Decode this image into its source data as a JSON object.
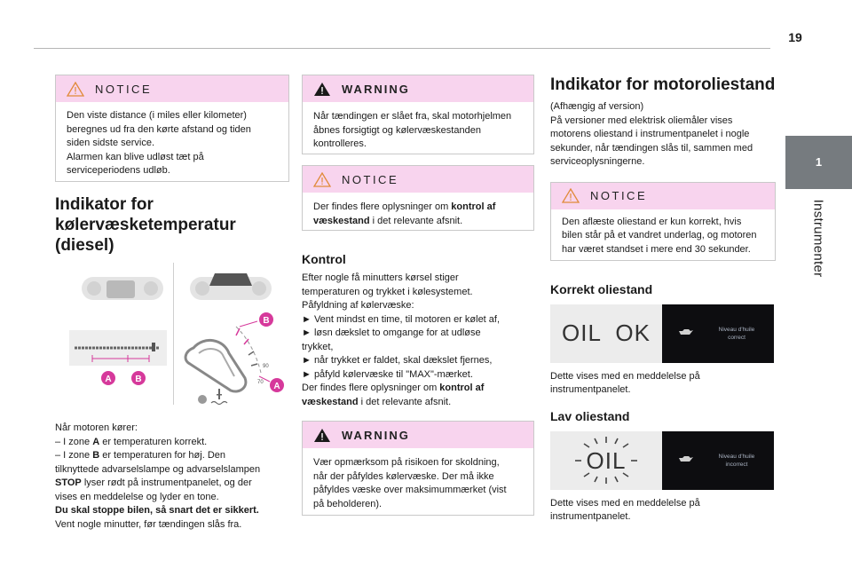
{
  "page": {
    "number": "19"
  },
  "side_tab": {
    "chapter": "1",
    "label": "Instrumenter"
  },
  "col1": {
    "notice": {
      "title": "NOTICE",
      "lines": [
        "Den viste distance (i miles eller kilometer)",
        "beregnes ud fra den kørte afstand og tiden",
        "siden sidste service.",
        "Alarmen kan blive udløst tæt på",
        "serviceperiodens udløb."
      ]
    },
    "heading_lines": [
      "Indikator for",
      "kølervæsketemperatur",
      "(diesel)"
    ],
    "figure": {
      "zone_a": "A",
      "zone_b": "B",
      "gauge_90": "90",
      "gauge_70": "70"
    },
    "body": {
      "l1": "Når motoren kører:",
      "l2_pre": "–  I zone ",
      "l2_b": "A",
      "l2_post": " er temperaturen korrekt.",
      "l3_pre": "–  I zone ",
      "l3_b": "B",
      "l3_post": " er temperaturen for høj. Den",
      "l4": "tilknyttede advarselslampe og advarselslampen",
      "l5_b": "STOP",
      "l5_post": " lyser rødt på instrumentpanelet, og der",
      "l6": "vises en meddelelse og lyder en tone.",
      "l7_b": "Du skal stoppe bilen, så snart det er sikkert.",
      "l8": "Vent nogle minutter, før tændingen slås fra."
    }
  },
  "col2": {
    "warning1": {
      "title": "WARNING",
      "lines": [
        "Når tændingen er slået fra, skal motorhjelmen",
        "åbnes forsigtigt og kølervæskestanden",
        "kontrolleres."
      ]
    },
    "notice": {
      "title": "NOTICE",
      "l1_pre": "Der findes flere oplysninger om ",
      "l1_b": "kontrol af",
      "l2_b": "væskestand",
      "l2_post": " i det relevante afsnit."
    },
    "kontrol": {
      "title": "Kontrol",
      "lines": [
        "Efter nogle få minutters kørsel stiger",
        "temperaturen og trykket i kølesystemet.",
        "Påfyldning af kølervæske:",
        "►  Vent mindst en time, til motoren er kølet af,",
        "►  løsn dækslet to omgange for at udløse",
        "trykket,",
        "►  når trykket er faldet, skal dækslet fjernes,",
        "►  påfyld kølervæske til \"MAX\"-mærket."
      ],
      "l9_pre": "Der findes flere oplysninger om ",
      "l9_b": "kontrol af",
      "l10_b": "væskestand",
      "l10_post": " i det relevante afsnit."
    },
    "warning2": {
      "title": "WARNING",
      "lines": [
        "Vær opmærksom på risikoen for skoldning,",
        "når der påfyldes kølervæske. Der må ikke",
        "påfyldes væske over maksimummærket (vist",
        "på beholderen)."
      ]
    }
  },
  "col3": {
    "heading": "Indikator for motoroliestand",
    "intro": [
      "(Afhængig af version)",
      "På versioner med elektrisk oliemåler vises",
      "motorens oliestand i instrumentpanelet i nogle",
      "sekunder, når tændingen slås til, sammen med",
      "serviceoplysningerne."
    ],
    "notice": {
      "title": "NOTICE",
      "lines": [
        "Den aflæste oliestand er kun korrekt, hvis",
        "bilen står på et vandret underlag, og motoren",
        "har været standset i mere end 30 sekunder."
      ]
    },
    "correct": {
      "title": "Korrekt oliestand",
      "display_text": "OIL  OK",
      "screen_lines": [
        "Niveau d'huile",
        "correct"
      ],
      "caption": [
        "Dette vises med en meddelelse på",
        "instrumentpanelet."
      ]
    },
    "low": {
      "title": "Lav oliestand",
      "display_text": "OIL",
      "screen_lines": [
        "Niveau d'huile",
        "incorrect"
      ],
      "caption": [
        "Dette vises med en meddelelse på",
        "instrumentpanelet."
      ]
    }
  },
  "colors": {
    "box_header": "#f8d4ee",
    "tab": "#767b7f",
    "zone_magenta": "#d6399b"
  }
}
